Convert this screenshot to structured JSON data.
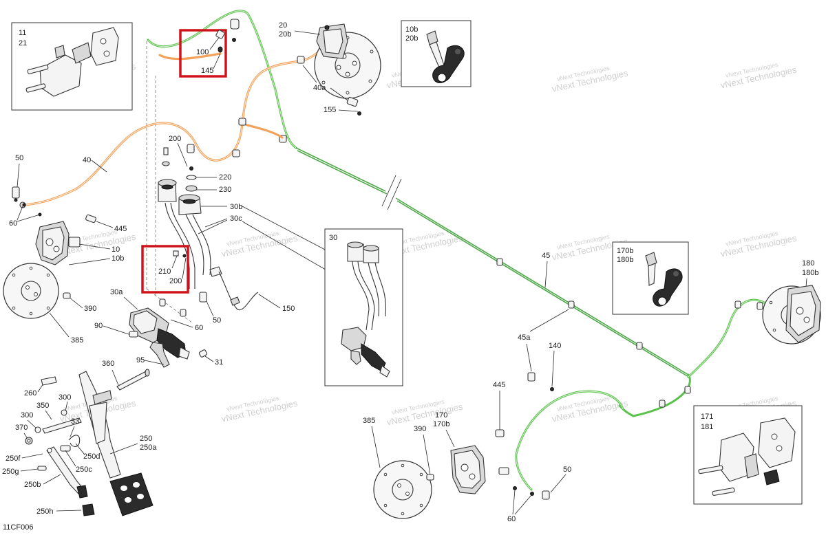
{
  "diagram": {
    "code": "11CF006",
    "watermark": "vNext Technologies",
    "callouts": {
      "c11": "11",
      "c21": "21",
      "c100": "100",
      "c145": "145",
      "c20": "20",
      "c20b": "20b",
      "c10b_box": "10b",
      "c20b_box": "20b",
      "c40a": "40a",
      "c155": "155",
      "c40": "40",
      "c50_left": "50",
      "c60_left": "60",
      "c200_top": "200",
      "c220": "220",
      "c230": "230",
      "c30b": "30b",
      "c30c": "30c",
      "c445_left": "445",
      "c10": "10",
      "c10b": "10b",
      "c210": "210",
      "c200_box": "200",
      "c30": "30",
      "c30a": "30a",
      "c390_left": "390",
      "c385_left": "385",
      "c90": "90",
      "c60_mid": "60",
      "c50_mid": "50",
      "c150": "150",
      "c95": "95",
      "c31": "31",
      "c360": "360",
      "c260": "260",
      "c300a": "300",
      "c300b": "300",
      "c350": "350",
      "c33": "33",
      "c370": "370",
      "c250": "250",
      "c250a": "250a",
      "c250d": "250d",
      "c250c": "250c",
      "c250f": "250f",
      "c250g": "250g",
      "c250b": "250b",
      "c250h": "250h",
      "c45": "45",
      "c45a": "45a",
      "c140": "140",
      "c170b_box": "170b",
      "c180b_box": "180b",
      "c180": "180",
      "c180b": "180b",
      "c445_right": "445",
      "c385_right": "385",
      "c390_right": "390",
      "c170": "170",
      "c170b": "170b",
      "c50_right": "50",
      "c60_right": "60",
      "c171": "171",
      "c181": "181"
    }
  }
}
